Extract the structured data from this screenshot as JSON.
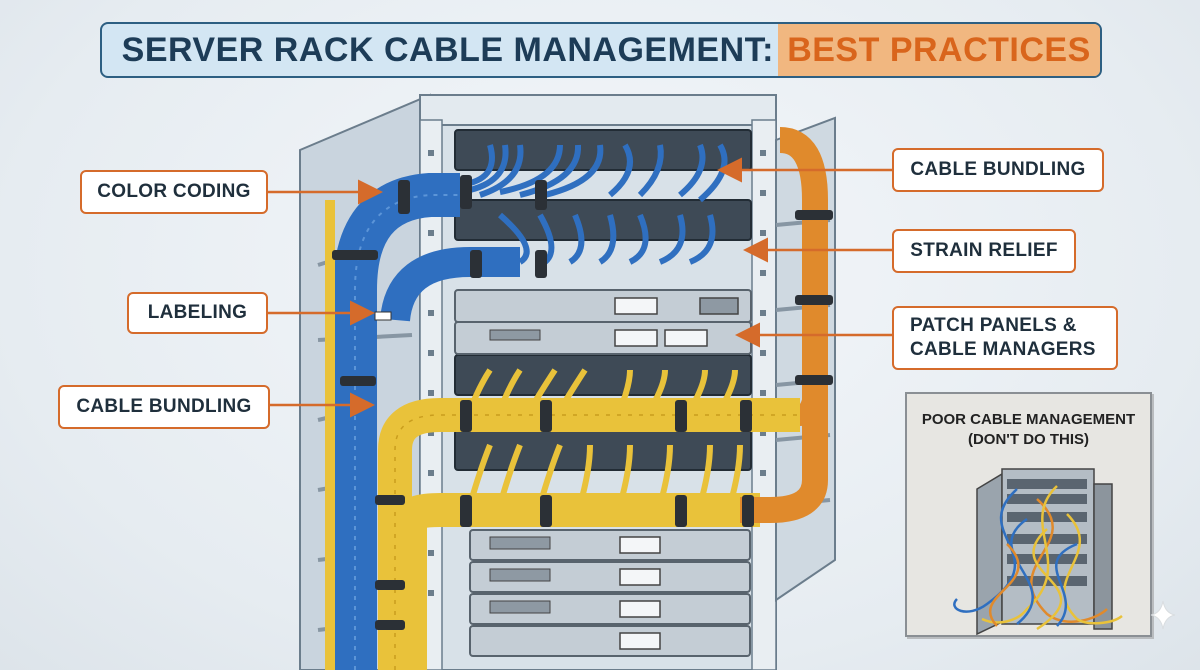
{
  "title": {
    "main": "SERVER RACK CABLE MANAGEMENT:",
    "accent": "BEST PRACTICES"
  },
  "callouts_left": [
    {
      "label": "COLOR CODING"
    },
    {
      "label": "LABELING"
    },
    {
      "label": "CABLE BUNDLING"
    }
  ],
  "callouts_right": [
    {
      "label": "CABLE BUNDLING"
    },
    {
      "label": "STRAIN RELIEF"
    },
    {
      "line1": "PATCH PANELS &",
      "line2": "CABLE MANAGERS"
    }
  ],
  "inset": {
    "line1": "POOR CABLE MANAGEMENT",
    "line2": "(DON'T DO THIS)"
  },
  "colors": {
    "title_border": "#2d5f82",
    "title_bg": "#d3e6f3",
    "accent_bg": "#f1b780",
    "accent_text": "#d9651c",
    "callout_border": "#d56b2b",
    "arrow": "#d56b2b",
    "blue_cable": "#2f6fc0",
    "yellow_cable": "#e9c23a",
    "orange_cable": "#e08a2c"
  }
}
